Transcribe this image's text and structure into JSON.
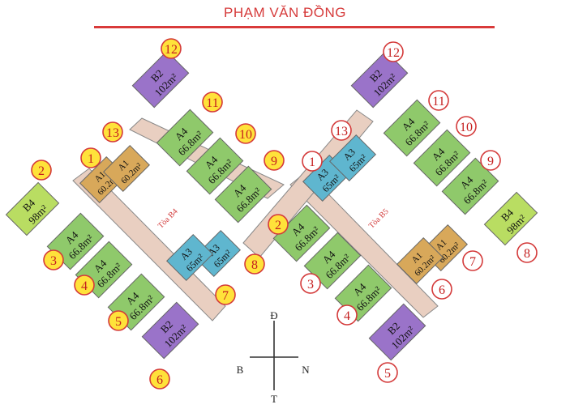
{
  "street_name": "PHẠM VĂN ĐỒNG",
  "towers": [
    {
      "name": "Tòa B4"
    },
    {
      "name": "Tòa B5"
    }
  ],
  "compass": {
    "north": "Đ",
    "south": "T",
    "west": "B",
    "east": "N"
  },
  "colors": {
    "A4": "#8fc96b",
    "A1": "#d8a85a",
    "A3": "#5fb6cf",
    "B2": "#9a73c9",
    "B4": "#b9dd62",
    "corridor": "#e9cfc1",
    "yellow_badge": "#ffe23a",
    "badge_border": "#d43a3a",
    "street": "#d63b3b"
  },
  "tower_b4": {
    "units": [
      {
        "type": "B2",
        "area": "102m²",
        "number": "12"
      },
      {
        "type": "A4",
        "area": "66.8m²",
        "number": "11"
      },
      {
        "type": "A4",
        "area": "66.8m²",
        "number": "10"
      },
      {
        "type": "A4",
        "area": "66.8m²",
        "number": "9"
      },
      {
        "type": "A3",
        "area": "65m²",
        "number": "8"
      },
      {
        "type": "A3",
        "area": "65m²",
        "number": "7"
      },
      {
        "type": "B2",
        "area": "102m²",
        "number": "6"
      },
      {
        "type": "A4",
        "area": "66.8m²",
        "number": "5"
      },
      {
        "type": "A4",
        "area": "66.8m²",
        "number": "4"
      },
      {
        "type": "A4",
        "area": "66.8m²",
        "number": "3"
      },
      {
        "type": "B4",
        "area": "98m²",
        "number": "2"
      },
      {
        "type": "A1",
        "area": "60.2m²",
        "number": "1"
      },
      {
        "type": "A1",
        "area": "60.2m²",
        "number": "13"
      }
    ]
  },
  "tower_b5": {
    "units": [
      {
        "type": "B2",
        "area": "102m²",
        "number": "12"
      },
      {
        "type": "A4",
        "area": "66.8m²",
        "number": "11"
      },
      {
        "type": "A4",
        "area": "66.8m²",
        "number": "10"
      },
      {
        "type": "A4",
        "area": "66.8m²",
        "number": "9"
      },
      {
        "type": "B4",
        "area": "98m²",
        "number": "8"
      },
      {
        "type": "A1",
        "area": "60.2m²",
        "number": "7"
      },
      {
        "type": "A1",
        "area": "60.2m²",
        "number": "6"
      },
      {
        "type": "B2",
        "area": "102m²",
        "number": "5"
      },
      {
        "type": "A4",
        "area": "66.8m²",
        "number": "4"
      },
      {
        "type": "A4",
        "area": "66.8m²",
        "number": "3"
      },
      {
        "type": "A4",
        "area": "66.8m²",
        "number": "2"
      },
      {
        "type": "A3",
        "area": "65m²",
        "number": "1"
      },
      {
        "type": "A3",
        "area": "65m²",
        "number": "13"
      }
    ]
  }
}
